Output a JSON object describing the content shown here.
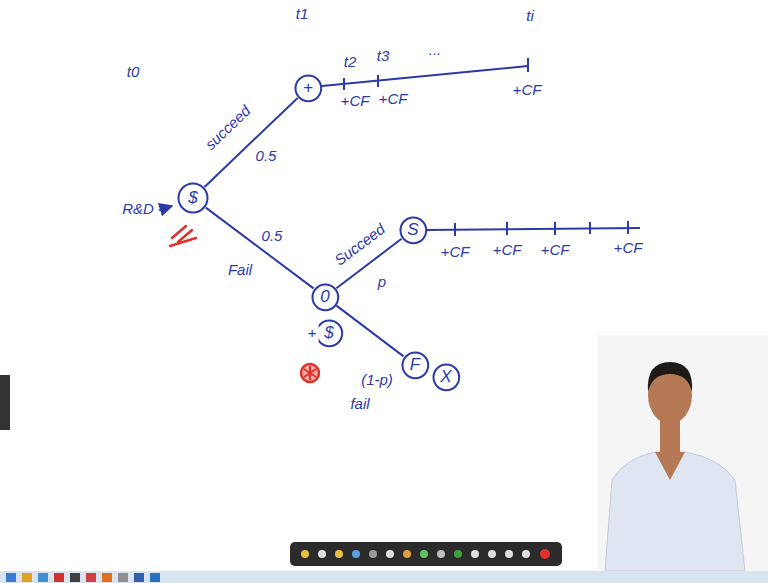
{
  "diagram": {
    "nodes": [
      {
        "text": [
          "$"
        ]
      },
      {
        "text": [
          "+"
        ]
      },
      {
        "text": [
          "0"
        ]
      },
      {
        "text": [
          "S"
        ]
      },
      {
        "text": [
          "F"
        ]
      },
      {
        "text": [
          "X"
        ]
      },
      {
        "text": [
          "$"
        ]
      }
    ],
    "edges": [
      {
        "from": 0,
        "to": 1,
        "arrow": "none",
        "label": "succeed"
      },
      {
        "from": 0,
        "to": 2,
        "arrow": "none",
        "label": "Fail"
      },
      {
        "from": 2,
        "to": 3,
        "arrow": "none",
        "label": "Succeed"
      },
      {
        "from": 2,
        "to": 4,
        "arrow": "none",
        "label": "fail"
      }
    ],
    "labels": [
      "R&D",
      "t0",
      "t1",
      "t2",
      "t3",
      "...",
      "ti",
      "+CF",
      "+CF",
      "+CF",
      "+CF",
      "+CF",
      "+CF",
      "+CF",
      "0.5",
      "0.5",
      "p",
      "(1-p)",
      "+"
    ]
  }
}
